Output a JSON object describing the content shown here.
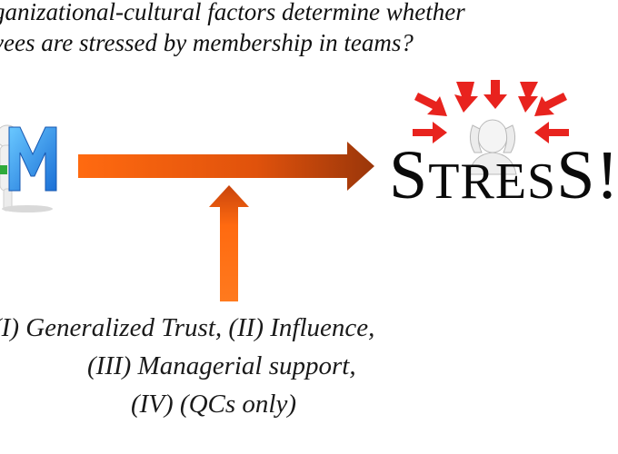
{
  "question": {
    "line1": "ganizational-cultural factors determine whether",
    "line2": "yees are stressed by membership in teams?"
  },
  "stress_graphic": {
    "word_parts": [
      "S",
      "TRES",
      "S",
      "!"
    ],
    "arrow_color": "#e8231e"
  },
  "arrows": {
    "main_color_start": "#ff6a10",
    "main_color_end": "#a03a0a",
    "vertical_color": "#ff6a10"
  },
  "factors": {
    "line1": "(I)  Generalized Trust, (II) Influence,",
    "line2": "(III) Managerial support,",
    "line3": "(IV) (QCs only)"
  }
}
